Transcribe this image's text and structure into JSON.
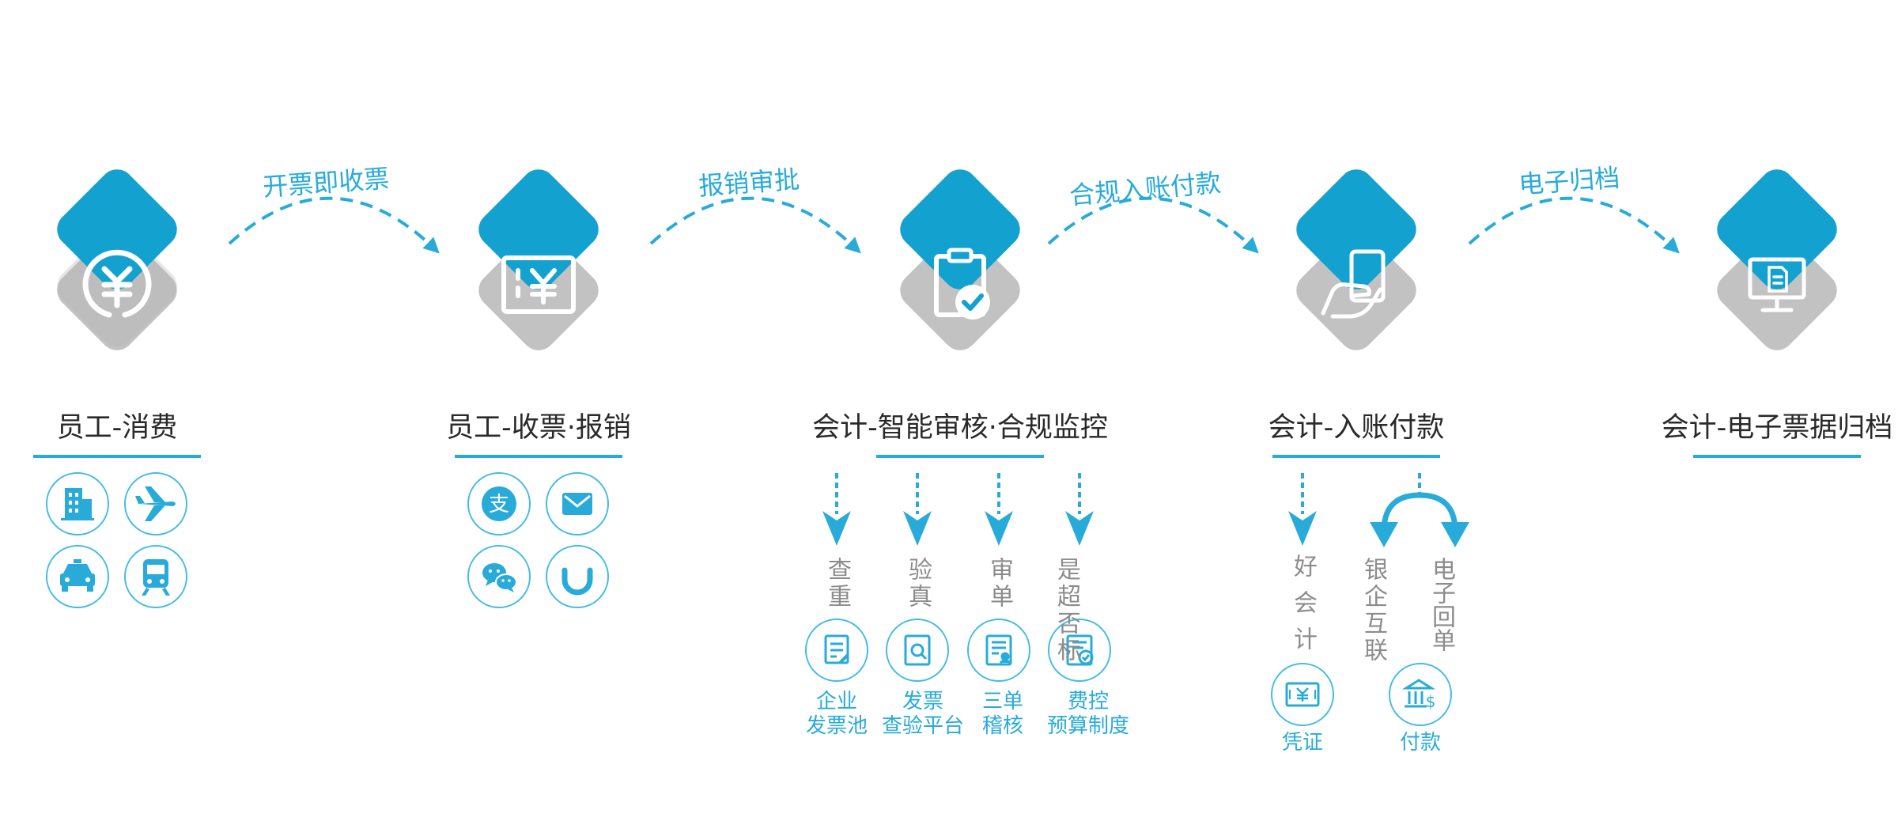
{
  "colors": {
    "accent": "#29abd9",
    "diamond": "#13a1cf",
    "shadow": "#c2c2c2",
    "title": "#2a2a2a",
    "muted": "#8c8c8c"
  },
  "steps": [
    {
      "title": "员工-消费",
      "icon": "yuan-coin-icon",
      "sub_icons": [
        "building-icon",
        "airplane-icon",
        "taxi-icon",
        "train-icon"
      ]
    },
    {
      "title": "员工-收票·报销",
      "icon": "invoice-ticket-icon",
      "sub_icons": [
        "alipay-icon",
        "mail-icon",
        "wechat-icon",
        "didi-icon"
      ]
    },
    {
      "title": "会计-智能审核·合规监控",
      "icon": "clipboard-check-icon"
    },
    {
      "title": "会计-入账付款",
      "icon": "hand-card-icon"
    },
    {
      "title": "会计-电子票据归档",
      "icon": "computer-document-icon"
    }
  ],
  "connectors": [
    "开票即收票",
    "报销审批",
    "合规入账付款",
    "电子归档"
  ],
  "audit": {
    "labels": [
      "查重",
      "验真",
      "审单",
      "是超否标"
    ],
    "tools": [
      {
        "icon": "notepad-icon",
        "caption": [
          "企业",
          "发票池"
        ]
      },
      {
        "icon": "document-search-icon",
        "caption": [
          "发票",
          "查验平台"
        ]
      },
      {
        "icon": "form-user-icon",
        "caption": [
          "三单",
          "稽核"
        ]
      },
      {
        "icon": "document-check-icon",
        "caption": [
          "费控",
          "预算制度"
        ]
      }
    ]
  },
  "payment": {
    "labels": [
      "好会计",
      "银企互联",
      "电子回单"
    ],
    "label_pairs": {
      "bank": [
        "银企",
        "互联"
      ],
      "receipt": [
        "电子",
        "回单"
      ]
    },
    "tools": [
      {
        "icon": "voucher-icon",
        "caption": "凭证"
      },
      {
        "icon": "bank-dollar-icon",
        "caption": "付款"
      }
    ]
  }
}
